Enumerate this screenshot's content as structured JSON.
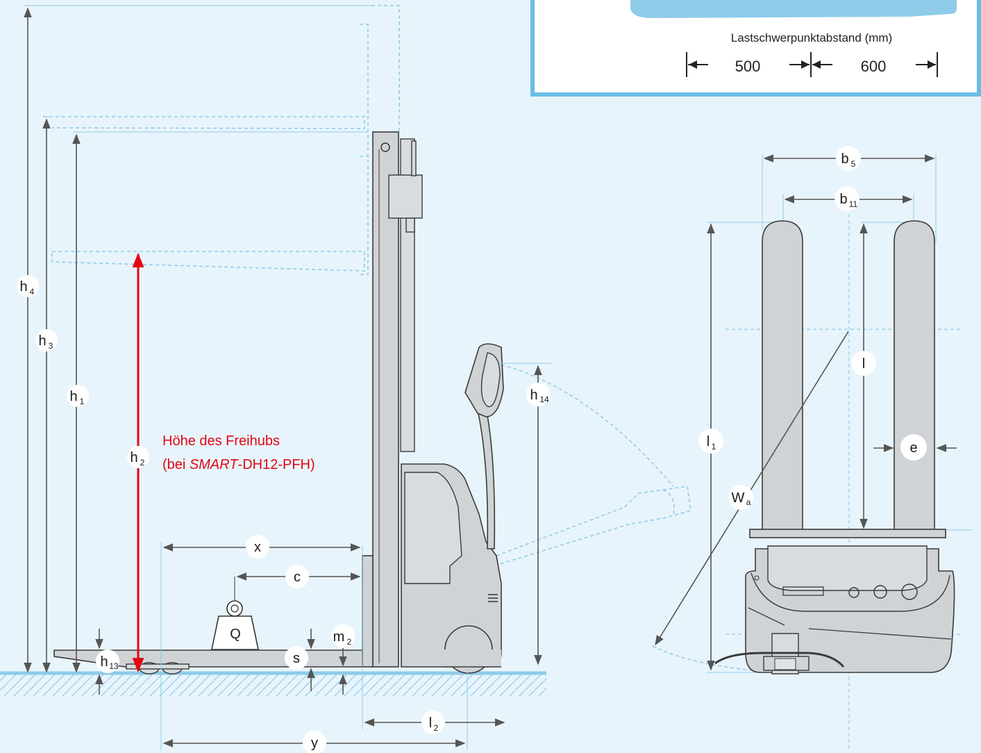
{
  "labels": {
    "h4": "h",
    "h4_sub": "4",
    "h3": "h",
    "h3_sub": "3",
    "h1": "h",
    "h1_sub": "1",
    "h2": "h",
    "h2_sub": "2",
    "h13": "h",
    "h13_sub": "13",
    "h14": "h",
    "h14_sub": "14",
    "x": "x",
    "c": "c",
    "Q": "Q",
    "s": "s",
    "m2": "m",
    "m2_sub": "2",
    "l2": "l",
    "l2_sub": "2",
    "y": "y",
    "b5": "b",
    "b5_sub": "5",
    "b11": "b",
    "b11_sub": "11",
    "l": "l",
    "l1": "l",
    "l1_sub": "1",
    "e": "e",
    "Wa": "W",
    "Wa_sub": "a"
  },
  "freihub": {
    "line1": "Höhe des Freihubs",
    "line2_prefix": "(bei ",
    "line2_italic": "SMART",
    "line2_suffix": "-DH12-PFH)"
  },
  "legend": {
    "title": "Lastschwerpunktabstand (mm)",
    "value_left": "500",
    "value_right": "600"
  },
  "colors": {
    "background": "#e8f4fb",
    "accent_blue": "#8ecbe9",
    "dimension_red": "#e30613",
    "frame_blue": "#6bbde6"
  }
}
